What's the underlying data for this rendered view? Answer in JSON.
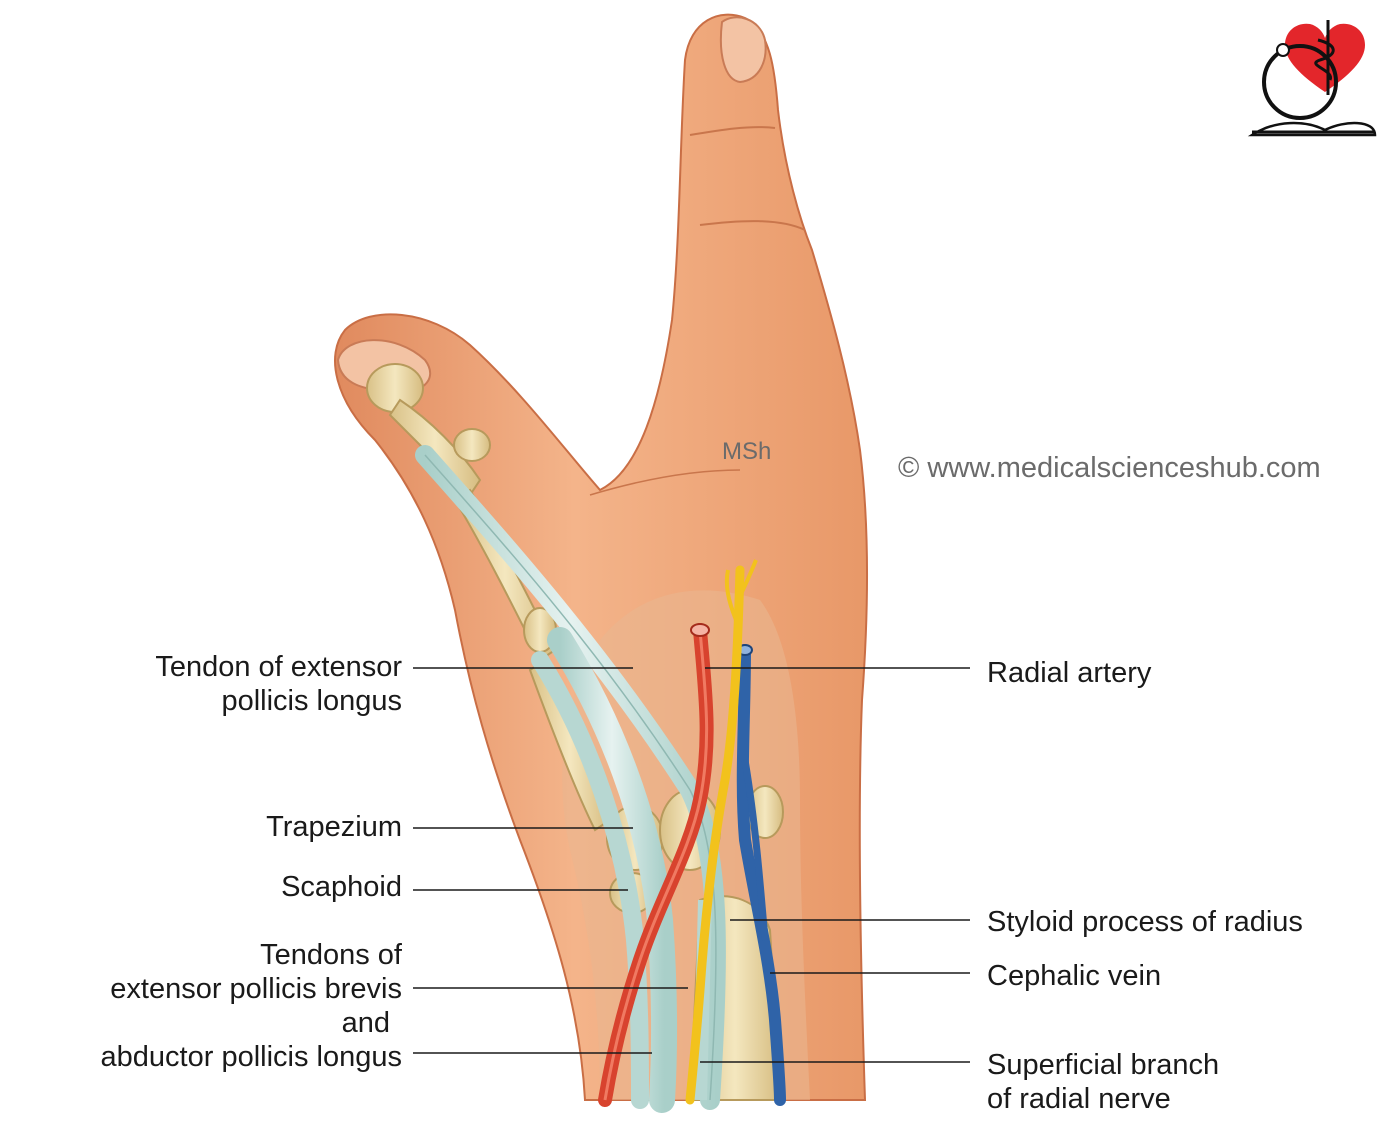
{
  "watermark": {
    "site": "© www.medicalscienceshub.com",
    "mark": "MSh"
  },
  "labels_left": {
    "epl_line1": "Tendon of extensor",
    "epl_line2": "pollicis longus",
    "trapezium": "Trapezium",
    "scaphoid": "Scaphoid",
    "tendons_line1": "Tendons of",
    "tendons_line2": "extensor pollicis brevis",
    "tendons_line3": "and",
    "tendons_line4": "abductor pollicis longus"
  },
  "labels_right": {
    "radial_artery": "Radial artery",
    "styloid": "Styloid process of radius",
    "cephalic_vein": "Cephalic vein",
    "nerve_line1": "Superficial branch",
    "nerve_line2": "of radial nerve"
  },
  "colors": {
    "skin": "#f0a77c",
    "skin_dark": "#e0855a",
    "bone": "#ead9a8",
    "tendon": "#cfe3df",
    "artery": "#d8432e",
    "vein": "#2f63a8",
    "nerve": "#f2c21c",
    "logo_heart": "#e3262b"
  }
}
